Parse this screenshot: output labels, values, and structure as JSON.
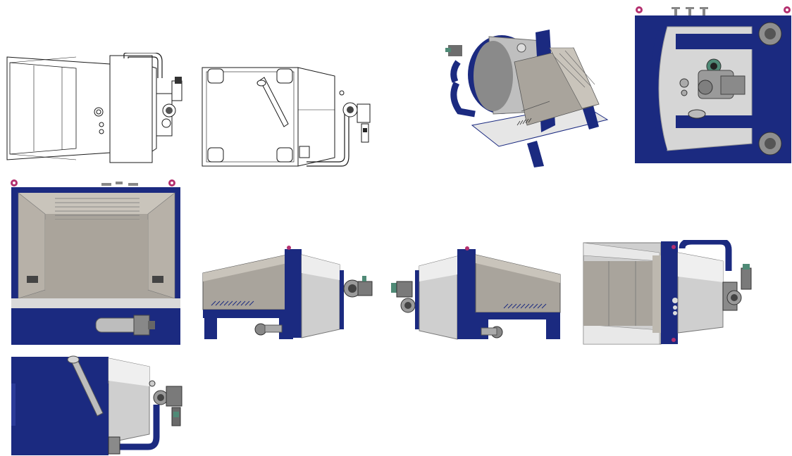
{
  "colors": {
    "frame_blue": "#1b2a80",
    "frame_blue_dark": "#121c5c",
    "steel_light": "#d9d9d9",
    "steel_mid": "#a7a7a7",
    "steel_dark": "#6d6d6d",
    "hopper": "#a9a49c",
    "hopper_light": "#c9c4bb",
    "lifting_eye": "#b4306f",
    "line": "#1a1a1a",
    "motor_green": "#4f8a76"
  },
  "views": [
    {
      "name": "view-top-outline"
    },
    {
      "name": "view-bottom-outline"
    },
    {
      "name": "view-isometric"
    },
    {
      "name": "view-end-right"
    },
    {
      "name": "view-end-left"
    },
    {
      "name": "view-side-front"
    },
    {
      "name": "view-side-rear"
    },
    {
      "name": "view-top-shaded"
    },
    {
      "name": "view-bottom-shaded"
    }
  ]
}
